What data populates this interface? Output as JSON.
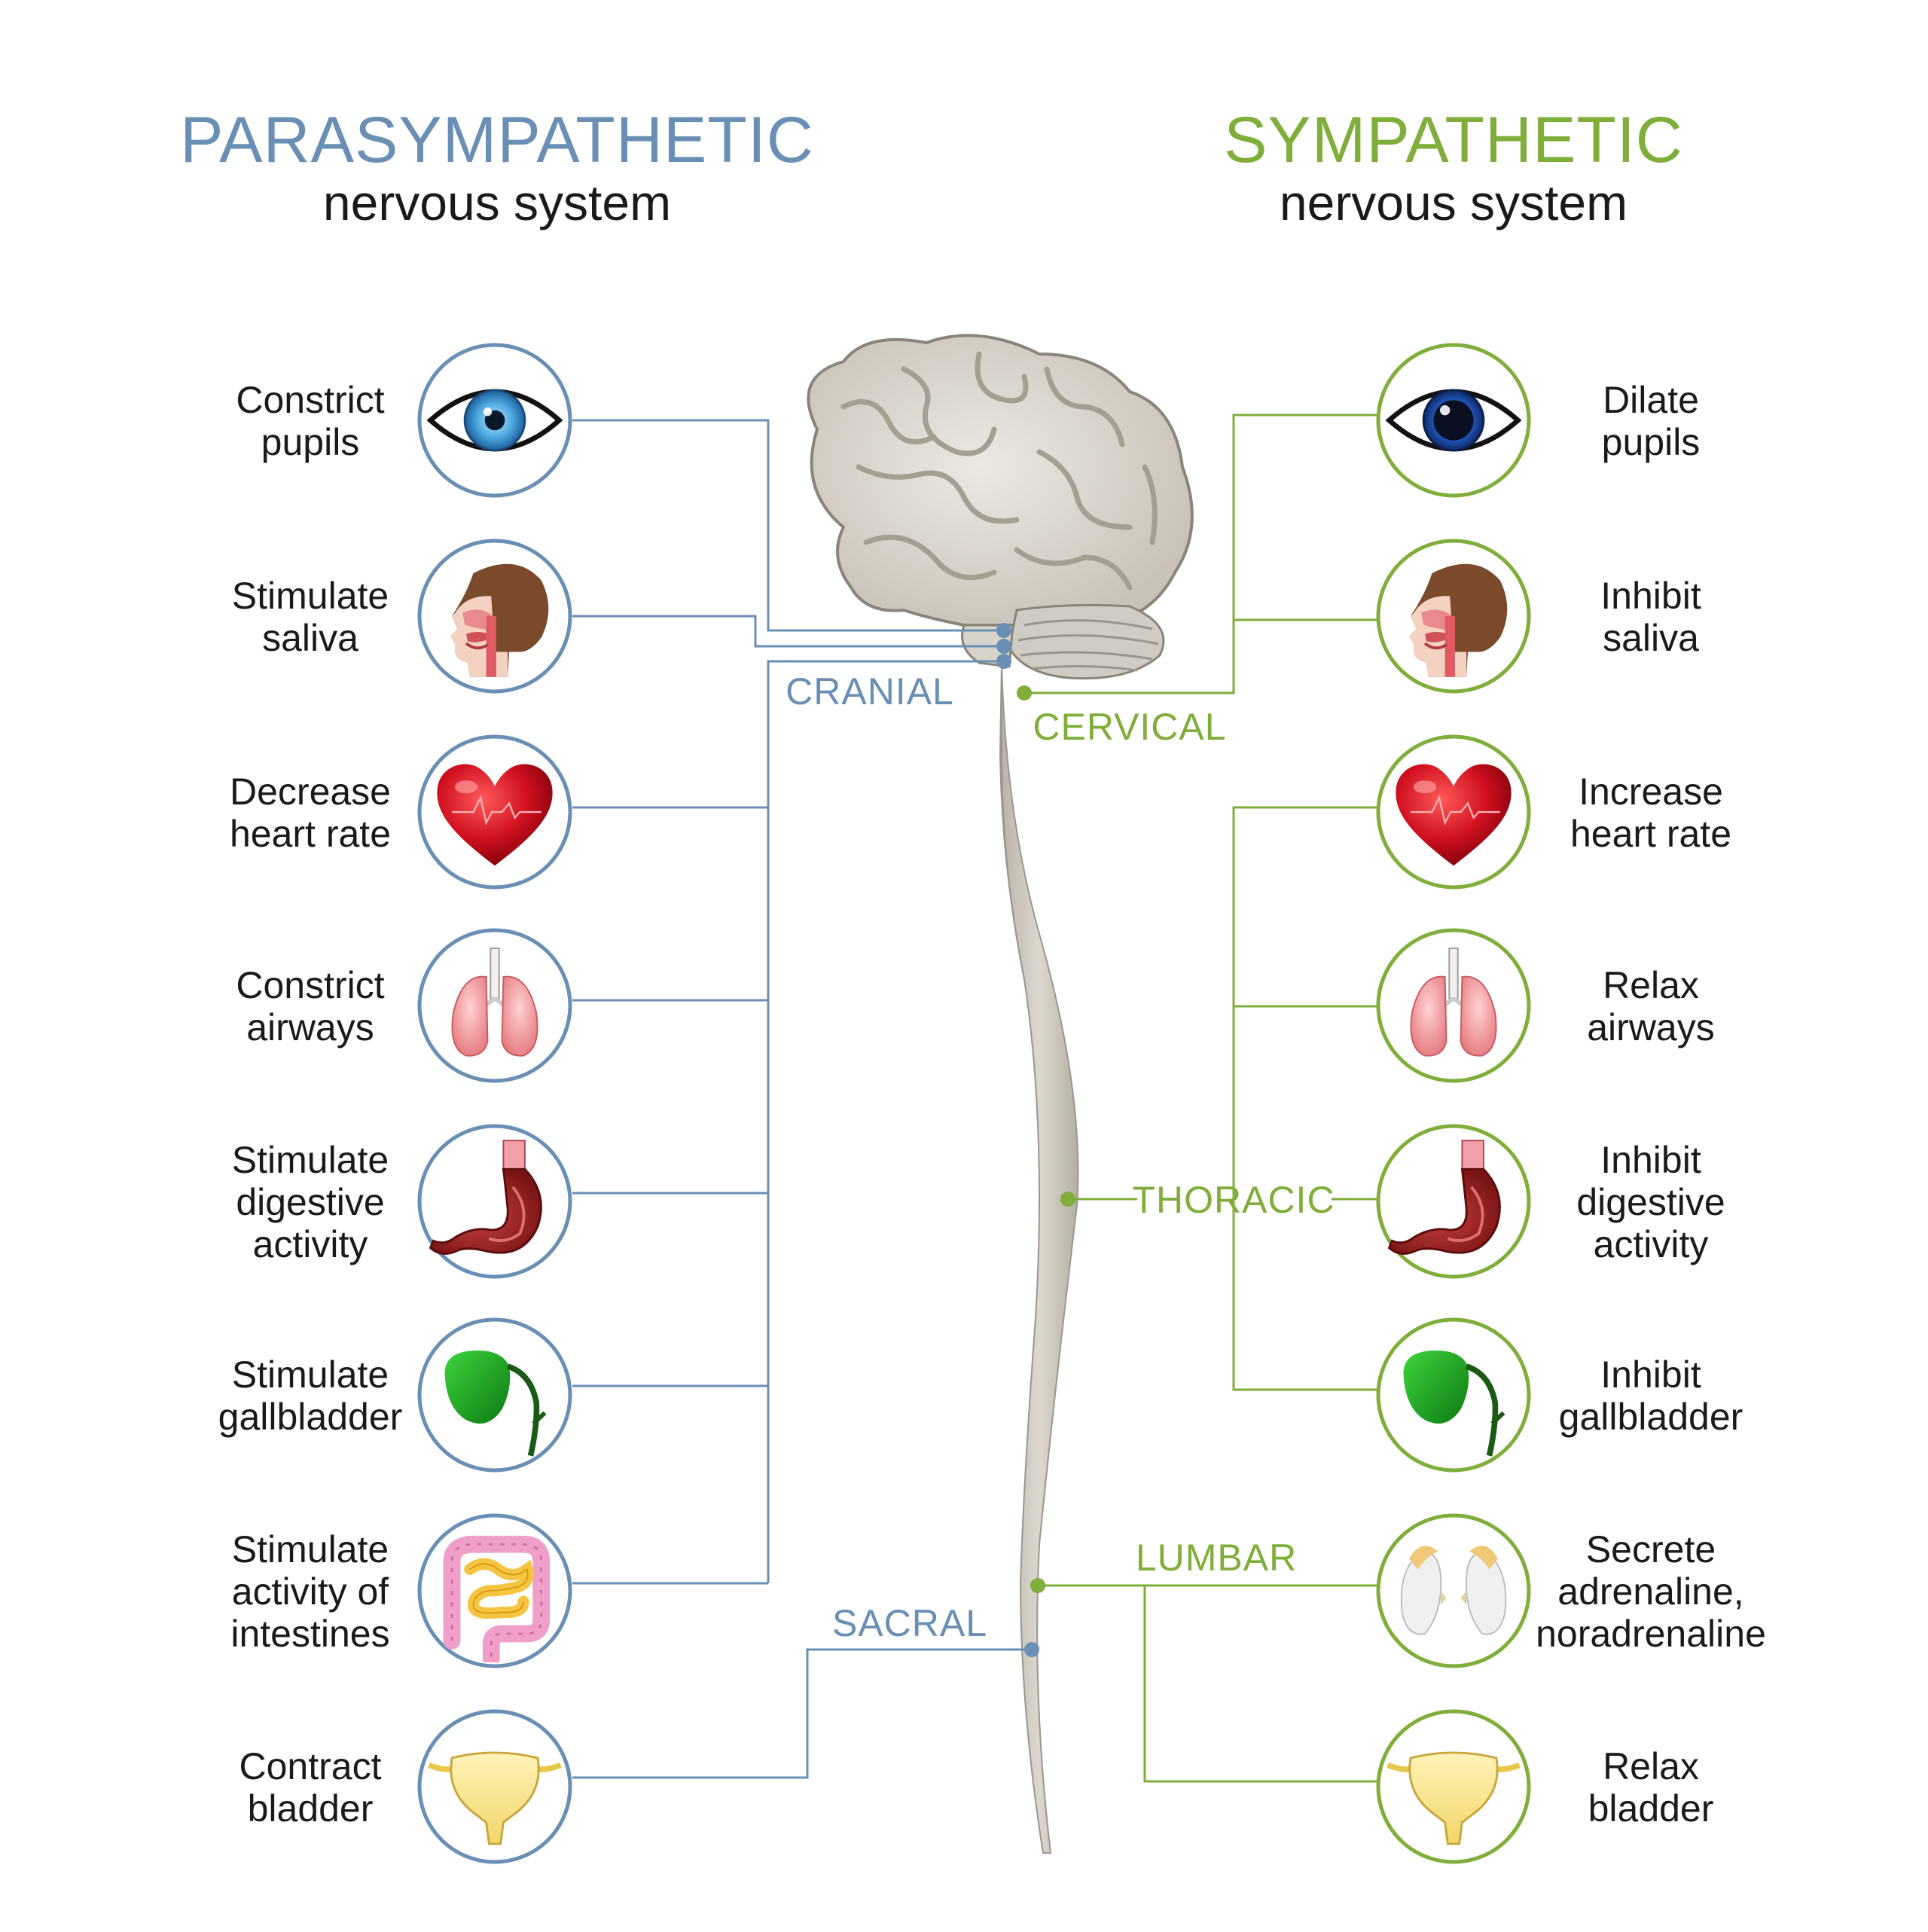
{
  "parasympathetic": {
    "title": "PARASYMPATHETIC",
    "subtitle": "nervous system",
    "color": "#6a8fb5",
    "items": [
      {
        "icon": "eye-icon",
        "lines": [
          "Constrict",
          "pupils"
        ]
      },
      {
        "icon": "head-saliva-icon",
        "lines": [
          "Stimulate",
          "saliva"
        ]
      },
      {
        "icon": "heart-icon",
        "lines": [
          "Decrease",
          "heart rate"
        ]
      },
      {
        "icon": "lungs-icon",
        "lines": [
          "Constrict",
          "airways"
        ]
      },
      {
        "icon": "stomach-icon",
        "lines": [
          "Stimulate",
          "digestive",
          "activity"
        ]
      },
      {
        "icon": "gallbladder-icon",
        "lines": [
          "Stimulate",
          "gallbladder"
        ]
      },
      {
        "icon": "intestines-icon",
        "lines": [
          "Stimulate",
          "activity of",
          "intestines"
        ]
      },
      {
        "icon": "bladder-icon",
        "lines": [
          "Contract",
          "bladder"
        ]
      }
    ],
    "segments": {
      "cranial": "CRANIAL",
      "sacral": "SACRAL"
    }
  },
  "sympathetic": {
    "title": "SYMPATHETIC",
    "subtitle": "nervous system",
    "color": "#7fae3a",
    "items": [
      {
        "icon": "eye-icon",
        "lines": [
          "Dilate",
          "pupils"
        ]
      },
      {
        "icon": "head-saliva-icon",
        "lines": [
          "Inhibit",
          "saliva"
        ]
      },
      {
        "icon": "heart-icon",
        "lines": [
          "Increase",
          "heart rate"
        ]
      },
      {
        "icon": "lungs-icon",
        "lines": [
          "Relax",
          "airways"
        ]
      },
      {
        "icon": "stomach-icon",
        "lines": [
          "Inhibit",
          "digestive",
          "activity"
        ]
      },
      {
        "icon": "gallbladder-icon",
        "lines": [
          "Inhibit",
          "gallbladder"
        ]
      },
      {
        "icon": "adrenal-glands-icon",
        "lines": [
          "Secrete",
          "adrenaline,",
          "noradrenaline"
        ]
      },
      {
        "icon": "bladder-icon",
        "lines": [
          "Relax",
          "bladder"
        ]
      }
    ],
    "segments": {
      "cervical": "CERVICAL",
      "thoracic": "THORACIC",
      "lumbar": "LUMBAR"
    }
  }
}
